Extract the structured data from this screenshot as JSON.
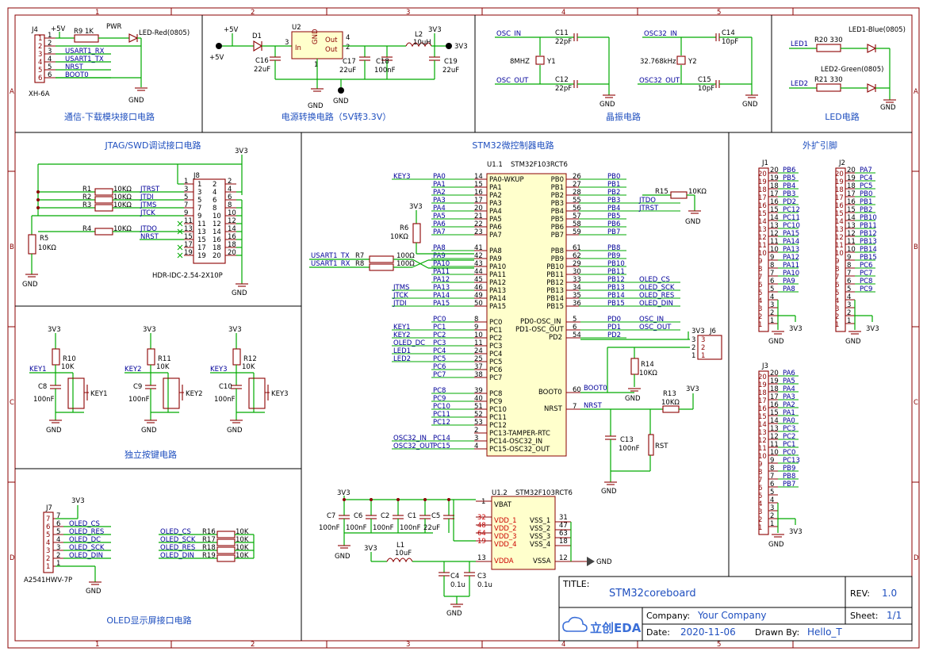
{
  "border": {
    "cols": [
      "1",
      "2",
      "3",
      "4",
      "5"
    ],
    "rows": [
      "A",
      "B",
      "C",
      "D"
    ]
  },
  "sections": {
    "comm": "通信-下载模块接口电路",
    "power": "电源转换电路（5V转3.3V）",
    "crystal": "晶振电路",
    "led": "LED电路",
    "jtag": "JTAG/SWD调试接口电路",
    "mcu": "STM32微控制器电路",
    "ext": "外扩引脚",
    "keys": "独立按键电路",
    "oled": "OLED显示屏接口电路"
  },
  "labels": {
    "j4": "J4",
    "xh": "XH-6A",
    "r9": "R9 1K",
    "pwr": "PWR",
    "ledred": "LED-Red(0805)",
    "p5v": "+5V",
    "gnd": "GND",
    "v33": "3V3",
    "d1": "D1",
    "u2": "U2",
    "in": "In",
    "out": "Out",
    "gndp": "GND",
    "c16": "C16",
    "c17": "C17",
    "c18": "C18",
    "c19": "C19",
    "l2": "L2",
    "l2v": "10uH",
    "v22": "22uF",
    "v100n": "100nF",
    "osc_in": "OSC_IN",
    "osc_out": "OSC_OUT",
    "osc32_in": "OSC32_IN",
    "osc32_out": "OSC32_OUT",
    "c11": "C11",
    "c12": "C12",
    "c14": "C14",
    "c15": "C15",
    "v22p": "22pF",
    "v10p": "10pF",
    "y1": "Y1",
    "y2": "Y2",
    "m8": "8MHZ",
    "k32": "32.768kHz",
    "led1": "LED1",
    "led2": "LED2",
    "r20": "R20 330",
    "r21": "R21 330",
    "ledb": "LED1-Blue(0805)",
    "ledg": "LED2-Green(0805)",
    "j8": "J8",
    "hdr": "HDR-IDC-2.54-2X10P",
    "r1": "R1",
    "r2": "R2",
    "r3": "R3",
    "r4": "R4",
    "r5": "R5",
    "k10": "10KΩ",
    "jtrst": "JTRST",
    "jtdi": "JTDI",
    "jtms": "JTMS",
    "jtck": "JTCK",
    "jtdo": "JTDO",
    "nrst": "NRST",
    "u11": "U1.1",
    "u12": "U1.2",
    "mcu": "STM32F103RCT6",
    "r6": "R6",
    "r7": "R7",
    "r8": "R8",
    "r13": "R13",
    "r14": "R14",
    "r15": "R15",
    "v100r": "100Ω",
    "usart_tx": "USART1_TX",
    "usart_rx": "USART1_RX",
    "boot0": "BOOT0",
    "rst": "RST",
    "c13": "C13",
    "j6": "J6",
    "oled_cs": "OLED_CS",
    "oled_sck": "OLED_SCK",
    "oled_res": "OLED_RES",
    "oled_din": "OLED_DIN",
    "oled_dc": "OLED_DC",
    "key1": "KEY1",
    "key2": "KEY2",
    "key3": "KEY3",
    "r10": "R10",
    "r11": "R11",
    "r12": "R12",
    "k10s": "10K",
    "c8": "C8",
    "c9": "C9",
    "c10": "C10",
    "j1": "J1",
    "j2": "J2",
    "j3": "J3",
    "j7": "J7",
    "a2541": "A2541HWV-7P",
    "r16": "R16",
    "r17": "R17",
    "r18": "R18",
    "r19": "R19",
    "c1": "C1",
    "c4": "C4",
    "c5": "C5",
    "c6": "C6",
    "c7": "C7",
    "c2": "C2",
    "c3": "C3",
    "l1": "L1",
    "l1v": "10uF",
    "v01u": "0.1u",
    "vbat": "VBAT",
    "vdd1": "VDD_1",
    "vdd2": "VDD_2",
    "vdd3": "VDD_3",
    "vdd4": "VDD_4",
    "vss1": "VSS_1",
    "vss2": "VSS_2",
    "vss3": "VSS_3",
    "vss4": "VSS_4",
    "vdda": "VDDA",
    "vssa": "VSSA",
    "pa0": "PA0-WKUP",
    "pd0": "PD0-OSC_IN",
    "pd1": "PD1-OSC_OUT",
    "pd2": "PD2",
    "pd2n": "PD2",
    "pc13": "PC13-TAMPER-RTC",
    "pc14": "PC14-OSC32_IN",
    "pc15": "PC15-OSC32_OUT",
    "pd0n": "PD0",
    "pd1n": "PD1",
    "nrstp": "NRST",
    "boot0p": "BOOT0"
  },
  "j4_nets": [
    "USART1_RX",
    "USART1_TX",
    "NRST",
    "BOOT0"
  ],
  "pa_left": [
    {
      "net": "KEY3",
      "pin": "PA0",
      "num": "14",
      "name": "PA0-WKUP"
    },
    {
      "net": "",
      "pin": "PA1",
      "num": "15",
      "name": "PA1"
    },
    {
      "net": "",
      "pin": "PA2",
      "num": "16",
      "name": "PA2"
    },
    {
      "net": "",
      "pin": "PA3",
      "num": "17",
      "name": "PA3"
    },
    {
      "net": "",
      "pin": "PA4",
      "num": "20",
      "name": "PA4"
    },
    {
      "net": "",
      "pin": "PA5",
      "num": "21",
      "name": "PA5"
    },
    {
      "net": "",
      "pin": "PA6",
      "num": "22",
      "name": "PA6"
    },
    {
      "net": "",
      "pin": "PA7",
      "num": "23",
      "name": "PA7"
    }
  ],
  "pa_left2": [
    {
      "net": "",
      "pin": "PA8",
      "num": "41",
      "name": "PA8"
    },
    {
      "net": "",
      "pin": "PA9",
      "num": "42",
      "name": "PA9"
    },
    {
      "net": "",
      "pin": "PA10",
      "num": "43",
      "name": "PA10"
    },
    {
      "net": "",
      "pin": "PA11",
      "num": "44",
      "name": "PA11"
    },
    {
      "net": "",
      "pin": "PA12",
      "num": "45",
      "name": "PA12"
    },
    {
      "net": "JTMS",
      "pin": "PA13",
      "num": "46",
      "name": "PA13"
    },
    {
      "net": "JTCK",
      "pin": "PA14",
      "num": "49",
      "name": "PA14"
    },
    {
      "net": "JTDI",
      "pin": "PA15",
      "num": "50",
      "name": "PA15"
    }
  ],
  "pc_left": [
    {
      "net": "",
      "pin": "PC0",
      "num": "8",
      "name": "PC0"
    },
    {
      "net": "KEY1",
      "pin": "PC1",
      "num": "9",
      "name": "PC1"
    },
    {
      "net": "KEY2",
      "pin": "PC2",
      "num": "10",
      "name": "PC2"
    },
    {
      "net": "OLED_DC",
      "pin": "PC3",
      "num": "11",
      "name": "PC3"
    },
    {
      "net": "LED1",
      "pin": "PC4",
      "num": "24",
      "name": "PC4"
    },
    {
      "net": "LED2",
      "pin": "PC5",
      "num": "25",
      "name": "PC5"
    },
    {
      "net": "",
      "pin": "PC6",
      "num": "37",
      "name": "PC6"
    },
    {
      "net": "",
      "pin": "PC7",
      "num": "38",
      "name": "PC7"
    }
  ],
  "pc_left2": [
    {
      "net": "",
      "pin": "PC8",
      "num": "39",
      "name": "PC8"
    },
    {
      "net": "",
      "pin": "PC9",
      "num": "40",
      "name": "PC9"
    },
    {
      "net": "",
      "pin": "PC10",
      "num": "51",
      "name": "PC10"
    },
    {
      "net": "",
      "pin": "PC11",
      "num": "52",
      "name": "PC11"
    },
    {
      "net": "",
      "pin": "PC12",
      "num": "53",
      "name": "PC12"
    },
    {
      "net": "",
      "pin": "",
      "num": "2",
      "name": "PC13-TAMPER-RTC"
    },
    {
      "net": "OSC32_IN",
      "pin": "PC14",
      "num": "3",
      "name": "PC14-OSC32_IN"
    },
    {
      "net": "OSC32_OUT",
      "pin": "PC15",
      "num": "4",
      "name": "PC15-OSC32_OUT"
    }
  ],
  "pb_right": [
    {
      "net": "",
      "pin": "PB0",
      "num": "26",
      "name": "PB0"
    },
    {
      "net": "",
      "pin": "PB1",
      "num": "27",
      "name": "PB1"
    },
    {
      "net": "",
      "pin": "PB2",
      "num": "28",
      "name": "PB2"
    },
    {
      "net": "JTDO",
      "pin": "PB3",
      "num": "55",
      "name": "PB3"
    },
    {
      "net": "JTRST",
      "pin": "PB4",
      "num": "56",
      "name": "PB4"
    },
    {
      "net": "",
      "pin": "PB5",
      "num": "57",
      "name": "PB5"
    },
    {
      "net": "",
      "pin": "PB6",
      "num": "58",
      "name": "PB6"
    },
    {
      "net": "",
      "pin": "PB7",
      "num": "59",
      "name": "PB7"
    }
  ],
  "pb_right2": [
    {
      "net": "",
      "pin": "PB8",
      "num": "61",
      "name": "PB8"
    },
    {
      "net": "",
      "pin": "PB9",
      "num": "62",
      "name": "PB9"
    },
    {
      "net": "",
      "pin": "PB10",
      "num": "29",
      "name": "PB10"
    },
    {
      "net": "",
      "pin": "PB11",
      "num": "30",
      "name": "PB11"
    },
    {
      "net": "OLED_CS",
      "pin": "PB12",
      "num": "33",
      "name": "PB12"
    },
    {
      "net": "OLED_SCK",
      "pin": "PB13",
      "num": "34",
      "name": "PB13"
    },
    {
      "net": "OLED_RES",
      "pin": "PB14",
      "num": "35",
      "name": "PB14"
    },
    {
      "net": "OLED_DIN",
      "pin": "PB15",
      "num": "36",
      "name": "PB15"
    }
  ],
  "jtag_pins_odd": [
    "1",
    "3",
    "5",
    "7",
    "9",
    "11",
    "13",
    "15",
    "17",
    "19"
  ],
  "jtag_pins_even": [
    "2",
    "4",
    "6",
    "8",
    "10",
    "12",
    "14",
    "16",
    "18",
    "20"
  ],
  "conn_nums": [
    "20",
    "19",
    "18",
    "17",
    "16",
    "15",
    "14",
    "13",
    "12",
    "11",
    "10",
    "9",
    "8",
    "7",
    "6",
    "5",
    "4",
    "3",
    "2",
    "1"
  ],
  "j1_nets": [
    "PB6",
    "PB5",
    "PB4",
    "PB3",
    "PD2",
    "PC12",
    "PC11",
    "PC10",
    "PA15",
    "PA14",
    "PA13",
    "PA12",
    "PA11",
    "PA10",
    "PA9",
    "PA8"
  ],
  "j2_nets": [
    "PA7",
    "PC4",
    "PC5",
    "PB0",
    "PB1",
    "PB2",
    "PB10",
    "PB11",
    "PB12",
    "PB13",
    "PB14",
    "PB15",
    "PC6",
    "PC7",
    "PC8",
    "PC9"
  ],
  "j3_nets": [
    "PA6",
    "PA5",
    "PA4",
    "PA3",
    "PA2",
    "PA1",
    "PA0",
    "PC3",
    "PC2",
    "PC1",
    "PC0",
    "PC13",
    "PB9",
    "PB8",
    "PB7"
  ],
  "oled_nets": [
    "OLED_CS",
    "OLED_RES",
    "OLED_DC",
    "OLED_SCK",
    "OLED_DIN"
  ],
  "oled_res_nets": [
    "OLED_CS",
    "OLED_SCK",
    "OLED_RES",
    "OLED_DIN"
  ],
  "title_block": {
    "title_label": "TITLE:",
    "title": "STM32coreboard",
    "rev_label": "REV:",
    "rev": "1.0",
    "company_label": "Company:",
    "company": "Your Company",
    "sheet_label": "Sheet:",
    "sheet": "1/1",
    "date_label": "Date:",
    "date": "2020-11-06",
    "drawn_label": "Drawn By:",
    "drawn": "Hello_T",
    "logo": "立创EDA"
  },
  "colors": {
    "frame": "#8b0000",
    "wire": "#00aa00",
    "net": "#000099",
    "section": "#1f4fbf",
    "chip": "#ffffcc"
  }
}
